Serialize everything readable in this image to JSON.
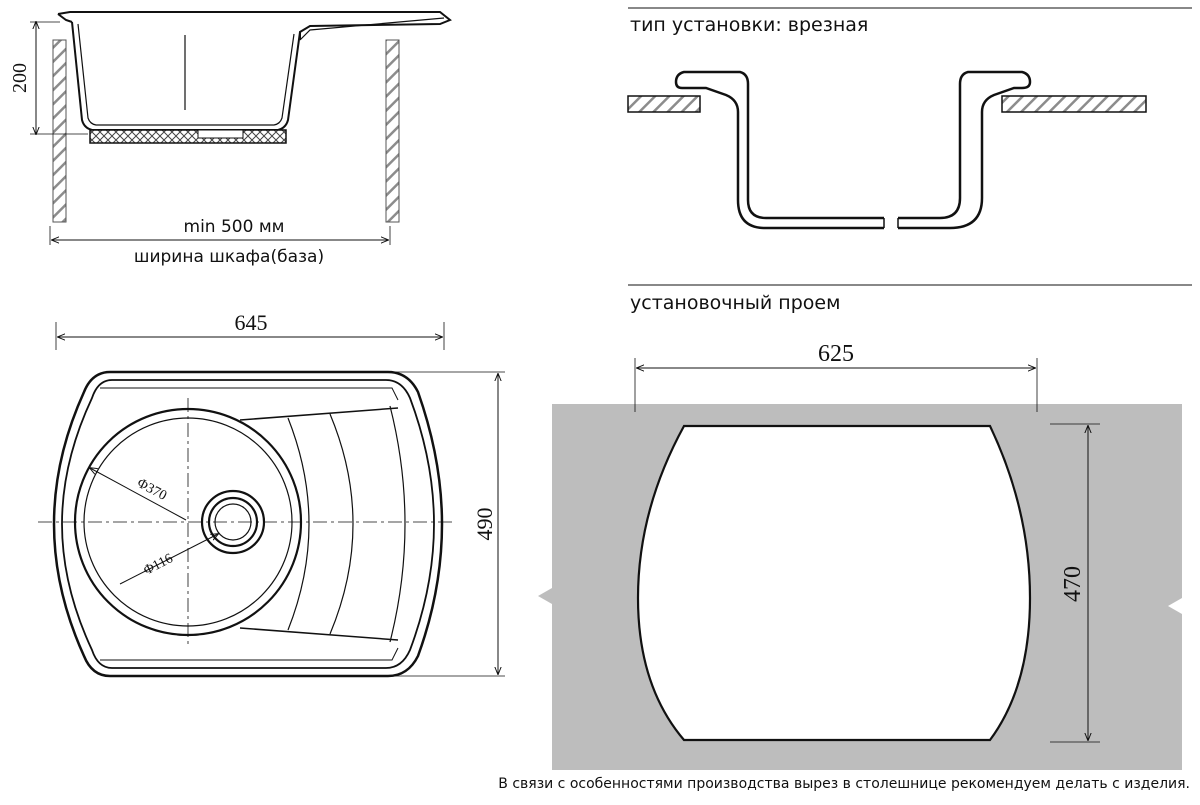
{
  "side_view": {
    "depth_label": "200",
    "min_width_label": "min 500 мм",
    "cabinet_label": "ширина шкафа(база)"
  },
  "install_type": {
    "title": "тип установки: врезная"
  },
  "top_view": {
    "width_label": "645",
    "height_label": "490",
    "bowl_diameter_label": "Φ370",
    "drain_diameter_label": "Φ116"
  },
  "cutout": {
    "title": "установочный проем",
    "width_label": "625",
    "height_label": "470"
  },
  "footnote": "В связи с особенностями производства вырез в столешнице рекомендуем делать с изделия.",
  "colors": {
    "line": "#111111",
    "countertop_fill": "#bdbdbd",
    "hatch": "#9a9a9a"
  }
}
